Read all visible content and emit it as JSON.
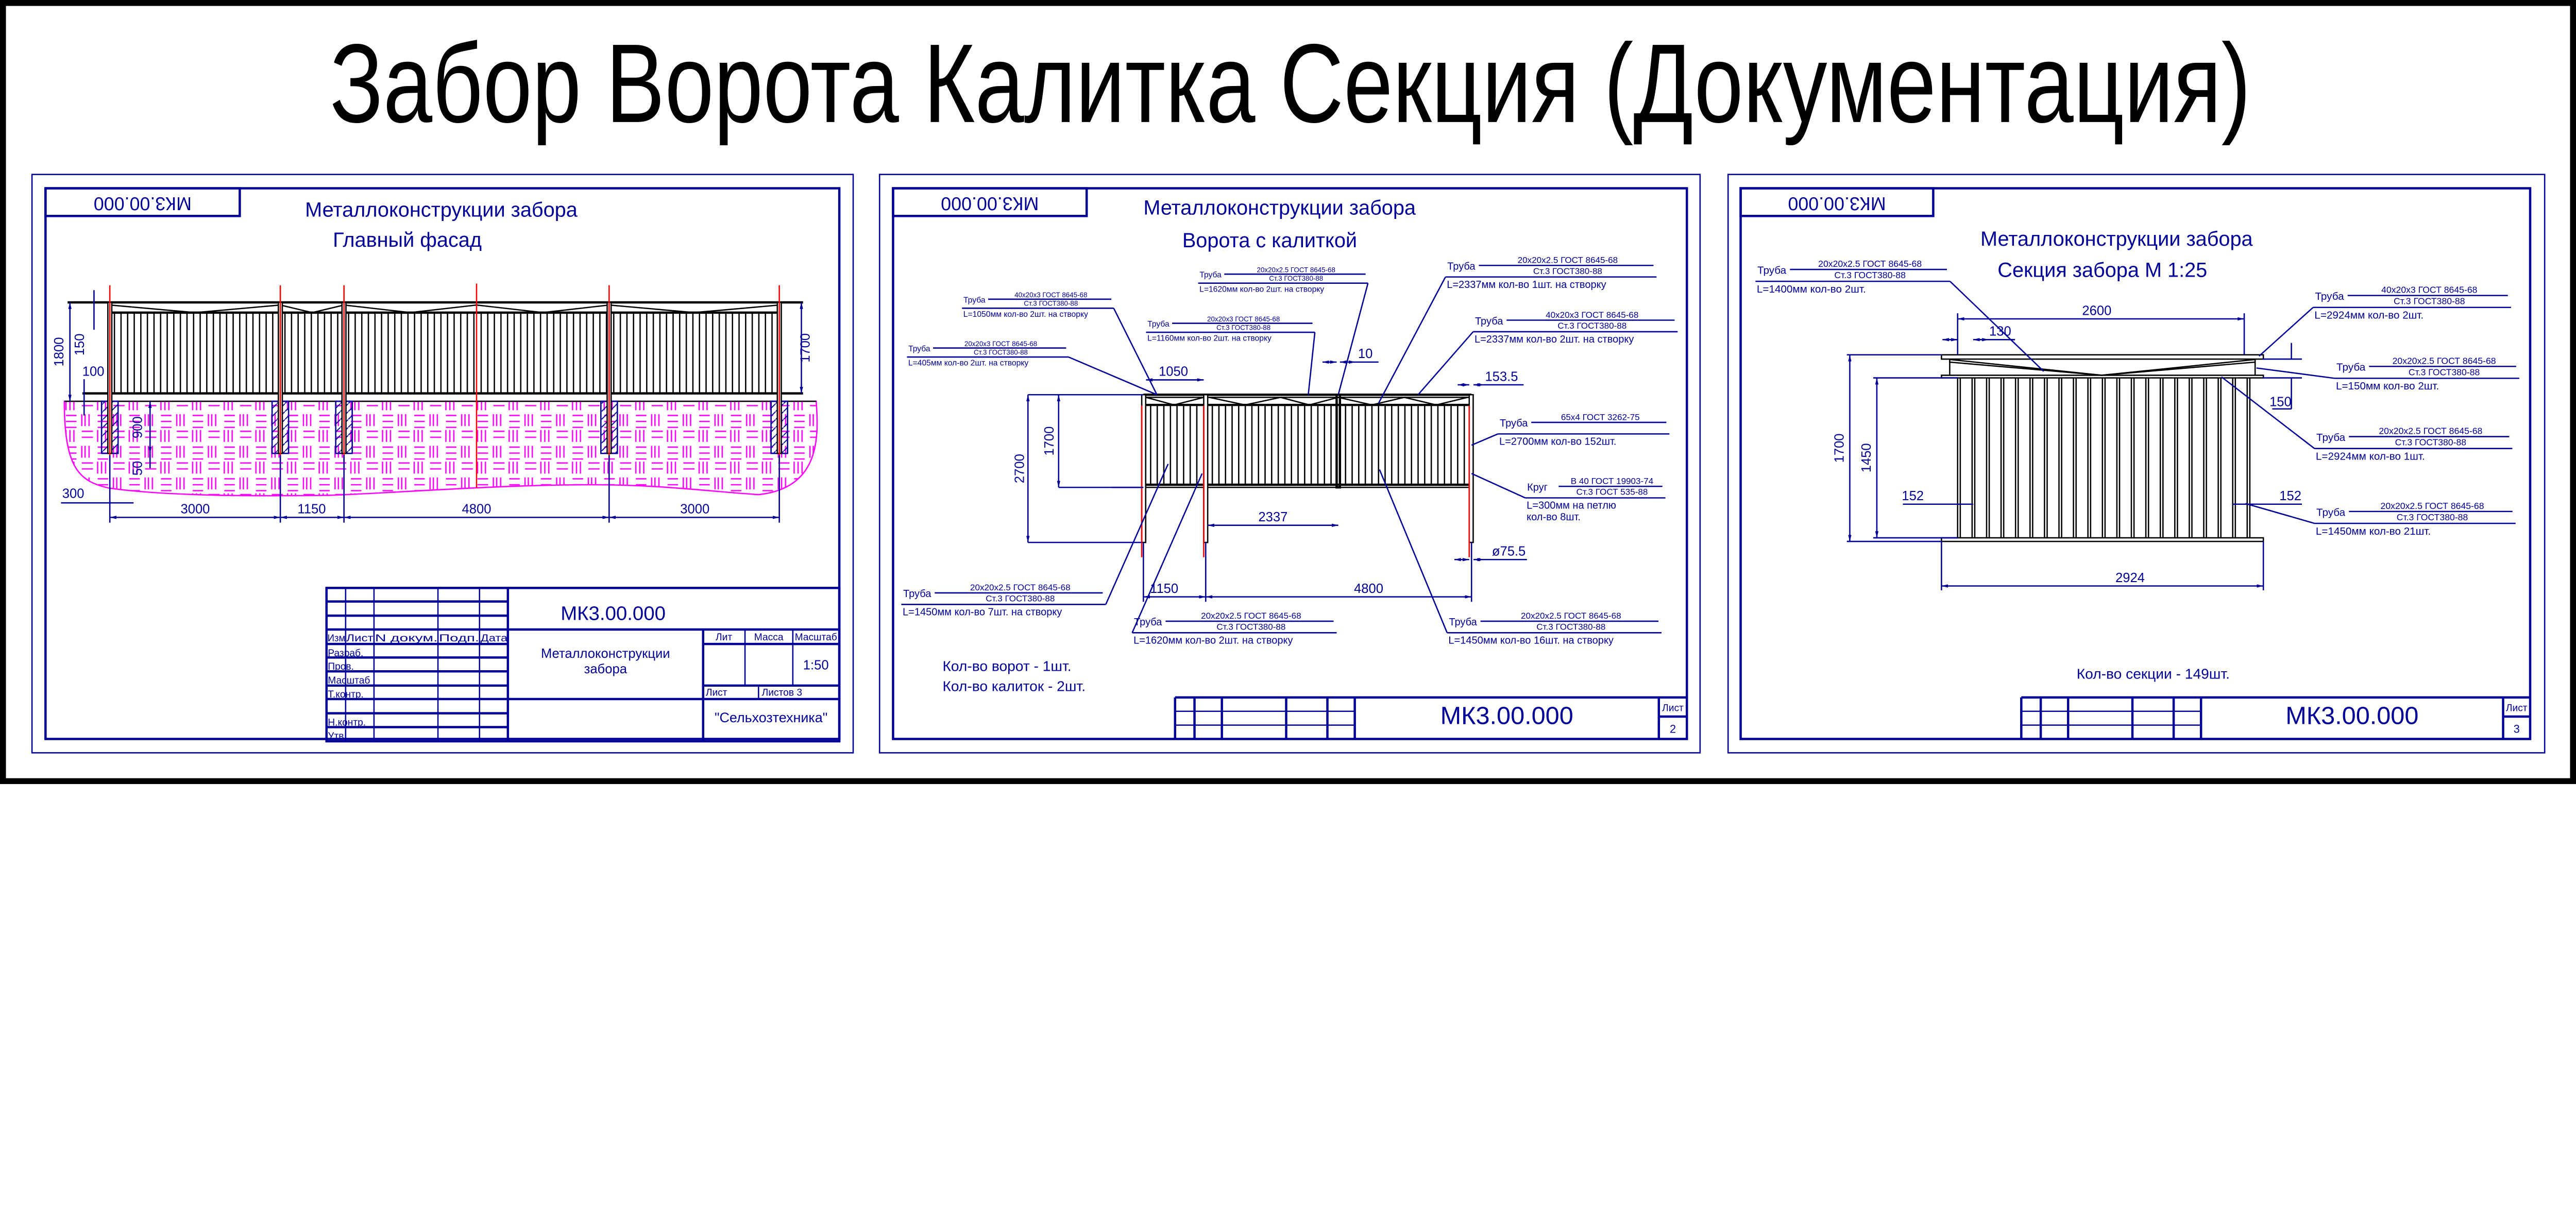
{
  "page_title": "Забор Ворота Калитка Секция (Документация)",
  "colors": {
    "line": "#000099",
    "center_line": "#ff0000",
    "ground_hatch": "#ff00ff",
    "frame": "#000000"
  },
  "sheets": [
    {
      "code_stamp": "МК3.00.000",
      "title": "Металлоконструкции забора",
      "subtitle": "Главный фасад",
      "dims": {
        "h_total": "1800",
        "h_header": "150",
        "h_gap": "100",
        "depth": "900",
        "base": "50",
        "offset": "300",
        "span1": "3000",
        "span2": "1150",
        "span3": "4800",
        "span4": "3000",
        "h_panel": "1700"
      },
      "title_block": {
        "code": "МК3.00.000",
        "headers": [
          "Изм",
          "Лист",
          "N докум.",
          "Подп.",
          "Дата"
        ],
        "roles": [
          "Разраб.",
          "Пров.",
          "Масштаб",
          "Т.контр.",
          "Н.контр.",
          "Утв."
        ],
        "name_line1": "Металлоконструкции",
        "name_line2": "забора",
        "lit_label": "Лит",
        "mass_label": "Масса",
        "scale_label": "Масштаб",
        "scale": "1:50",
        "sheet_label": "Лист",
        "sheets_label": "Листов 3",
        "org": "\"Сельхозтехника\""
      }
    },
    {
      "code_stamp": "МК3.00.000",
      "title": "Металлоконструкции забора",
      "subtitle": "Ворота с калиткой",
      "callouts": [
        {
          "word": "Труба",
          "spec": "40х20х3 ГОСТ 8645-68",
          "material": "Ст.3 ГОСТ380-88",
          "length": "L=1050мм  кол-во 2шт. на створку"
        },
        {
          "word": "Труба",
          "spec": "20х20х3 ГОСТ 8645-68",
          "material": "Ст.3 ГОСТ380-88",
          "length": "L=405мм  кол-во 2шт. на створку"
        },
        {
          "word": "Труба",
          "spec": "20х20х2.5 ГОСТ 8645-68",
          "material": "Ст.3 ГОСТ380-88",
          "length": "L=1620мм  кол-во 2шт. на створку"
        },
        {
          "word": "Труба",
          "spec": "20х20х3 ГОСТ 8645-68",
          "material": "Ст.3 ГОСТ380-88",
          "length": "L=1160мм  кол-во 2шт. на створку"
        },
        {
          "word": "Труба",
          "spec": "20х20х2.5 ГОСТ 8645-68",
          "material": "Ст.3 ГОСТ380-88",
          "length": "L=2337мм  кол-во 1шт. на створку"
        },
        {
          "word": "Труба",
          "spec": "40х20х3 ГОСТ 8645-68",
          "material": "Ст.3 ГОСТ380-88",
          "length": "L=2337мм  кол-во 2шт. на створку"
        },
        {
          "word": "Труба",
          "spec": "65х4 ГОСТ 3262-75",
          "material": "",
          "length": "L=2700мм  кол-во 152шт."
        },
        {
          "word": "Круг",
          "spec": "В 40 ГОСТ 19903-74",
          "material": "Ст.3 ГОСТ 535-88",
          "length": "L=300мм на петлю",
          "count": "кол-во 8шт."
        },
        {
          "word": "Труба",
          "spec": "20х20х2.5 ГОСТ 8645-68",
          "material": "Ст.3 ГОСТ380-88",
          "length": "L=1450мм  кол-во 7шт. на створку"
        },
        {
          "word": "Труба",
          "spec": "20х20х2.5 ГОСТ 8645-68",
          "material": "Ст.3 ГОСТ380-88",
          "length": "L=1620мм  кол-во 2шт. на створку"
        },
        {
          "word": "Труба",
          "spec": "20х20х2.5 ГОСТ 8645-68",
          "material": "Ст.3 ГОСТ380-88",
          "length": "L=1450мм  кол-во 16шт. на створку"
        }
      ],
      "dims": {
        "leaf_w": "1050",
        "gap": "10",
        "offset": "153.5",
        "h_total": "2700",
        "h_panel": "1700",
        "half": "2337",
        "post_d": "ø75.5",
        "wicket": "1150",
        "gate": "4800"
      },
      "notes": [
        "Кол-во ворот - 1шт.",
        "Кол-во калиток - 2шт."
      ],
      "title_block": {
        "code": "МК3.00.000",
        "sheet_label": "Лист",
        "sheet_no": "2"
      }
    },
    {
      "code_stamp": "МК3.00.000",
      "title": "Металлоконструкции забора",
      "subtitle": "Секция забора  М 1:25",
      "callouts": [
        {
          "word": "Труба",
          "spec": "20х20х2.5 ГОСТ 8645-68",
          "material": "Ст.3 ГОСТ380-88",
          "length": "L=1400мм  кол-во 2шт."
        },
        {
          "word": "Труба",
          "spec": "40х20х3 ГОСТ 8645-68",
          "material": "Ст.3 ГОСТ380-88",
          "length": "L=2924мм  кол-во 2шт."
        },
        {
          "word": "Труба",
          "spec": "20х20х2.5 ГОСТ 8645-68",
          "material": "Ст.3 ГОСТ380-88",
          "length": "L=150мм  кол-во 2шт."
        },
        {
          "word": "Труба",
          "spec": "20х20х2.5 ГОСТ 8645-68",
          "material": "Ст.3 ГОСТ380-88",
          "length": "L=2924мм  кол-во 1шт."
        },
        {
          "word": "Труба",
          "spec": "20х20х2.5 ГОСТ 8645-68",
          "material": "Ст.3 ГОСТ380-88",
          "length": "L=1450мм  кол-во 21шт."
        }
      ],
      "dims": {
        "inner_w": "2600",
        "edge": "130",
        "header_h": "150",
        "h_total": "1700",
        "h_pickets": "1450",
        "left": "152",
        "right": "152",
        "total_w": "2924"
      },
      "notes": [
        "Кол-во секции - 149шт."
      ],
      "title_block": {
        "code": "МК3.00.000",
        "sheet_label": "Лист",
        "sheet_no": "3"
      }
    }
  ]
}
